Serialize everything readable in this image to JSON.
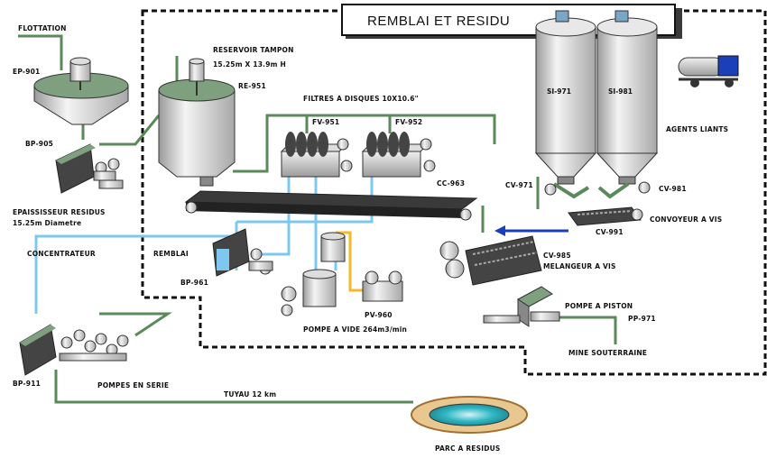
{
  "title": "REMBLAI ET RESIDU",
  "labels": {
    "flottation": "FLOTTATION",
    "ep901": "EP-901",
    "bp905": "BP-905",
    "epaississeur": "EPAISSISSEUR RESIDUS",
    "epaississeur_dim": "15.25m Diametre",
    "reservoir": "RESERVOIR TAMPON",
    "reservoir_dim": "15.25m X 13.9m H",
    "re951": "RE-951",
    "filtres": "FILTRES A DISQUES 10X10.6\"",
    "fv951": "FV-951",
    "fv952": "FV-952",
    "cc963": "CC-963",
    "si971": "SI-971",
    "si981": "SI-981",
    "agents": "AGENTS LIANTS",
    "cv971": "CV-971",
    "cv981": "CV-981",
    "convoyeur": "CONVOYEUR A VIS",
    "cv991": "CV-991",
    "cv985": "CV-985",
    "melangeur": "MELANGEUR A VIS",
    "concentrateur": "CONCENTRATEUR",
    "remblai": "REMBLAI",
    "bp961": "BP-961",
    "pv960": "PV-960",
    "pompe_vide": "POMPE A VIDE 264m3/min",
    "pompe_piston": "POMPE A PISTON",
    "pp971": "PP-971",
    "mine": "MINE SOUTERRAINE",
    "bp911": "BP-911",
    "pompes_serie": "POMPES EN SERIE",
    "tuyau": "TUYAU 12 km",
    "parc": "PARC A RESIDUS"
  },
  "colors": {
    "pipe_green": "#5a8a5a",
    "pipe_blue": "#7ec8f0",
    "pipe_yellow": "#f5b82a",
    "pipe_darkblue": "#1a3fb8",
    "equipment": "#bfbfbf",
    "dark_equipment": "#333333",
    "slurry": "#7fa07f",
    "pond_water": "#24a6b4",
    "pond_rim": "#e8c890"
  }
}
